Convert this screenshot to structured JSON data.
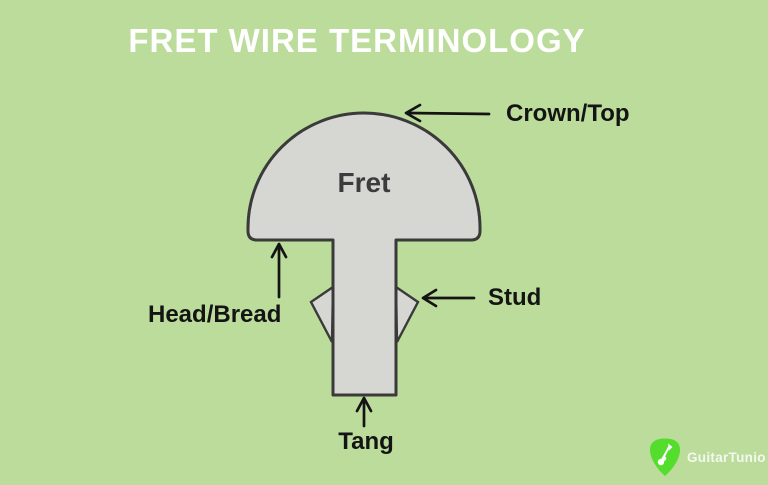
{
  "title": "FRET WIRE TERMINOLOGY",
  "diagram": {
    "shape_label": "Fret",
    "labels": {
      "crown": "Crown/Top",
      "head": "Head/Bread",
      "stud": "Stud",
      "tang": "Tang"
    },
    "colors": {
      "background": "#bcdc9b",
      "shape_fill": "#d6d6d3",
      "shape_outline": "#3a3a3a",
      "arrow_and_text": "#141414",
      "title_text": "#ffffff"
    }
  },
  "branding": {
    "name": "GuitarTunio",
    "icon": "guitar-pick-icon",
    "pick_color": "#55dd2e",
    "text_color": "#f4f8ef"
  }
}
